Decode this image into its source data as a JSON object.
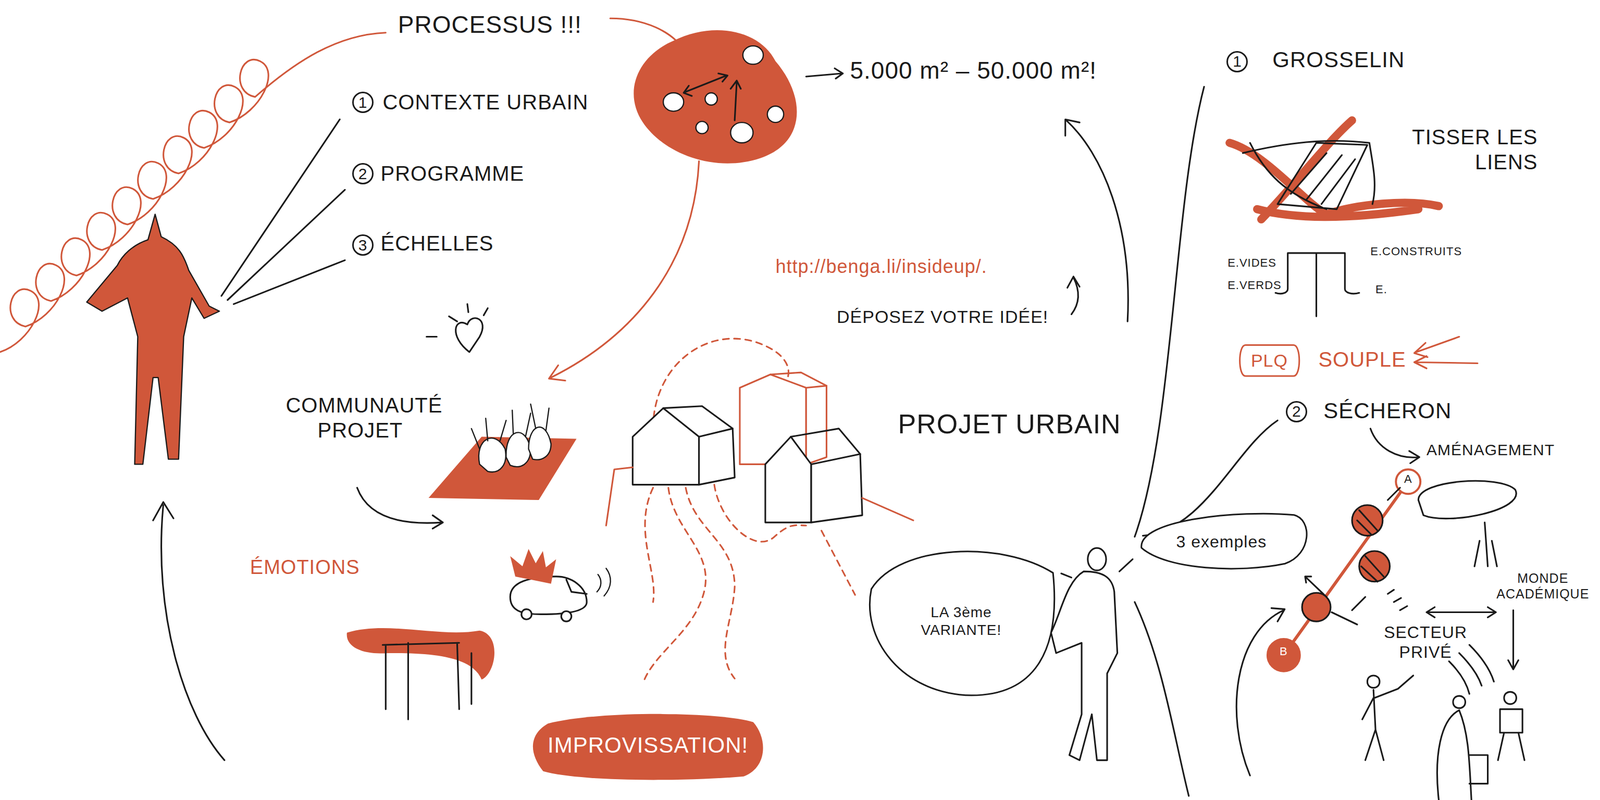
{
  "diagram": {
    "nodes": [
      {
        "text": [
          "PLQ"
        ]
      },
      {
        "text": [
          "3 exemples"
        ]
      },
      {
        "text": [
          "LA 3ème VARIANTE!"
        ]
      },
      {
        "text": [
          "IMPROVISSATION!"
        ]
      }
    ],
    "labels": [
      "PROCESSUS !!!",
      "1",
      "CONTEXTE URBAIN",
      "2",
      "PROGRAMME",
      "3",
      "ÉCHELLES",
      "5.000 m² – 50.000 m²!",
      "1",
      "GROSSELIN",
      "TISSER LES LIENS",
      "E.VIDES",
      "E.VERDS",
      "E.CONSTRUITS",
      "E.",
      "SOUPLE",
      "2",
      "SÉCHERON",
      "AMÉNAGEMENT",
      "MONDE ACADÉMIQUE",
      "SECTEUR PRIVÉ",
      "A",
      "B",
      "http://benga.li/insideup/.",
      "DÉPOSEZ VOTRE IDÉE!",
      "PROJET URBAIN",
      "COMMUNAUTÉ PROJET",
      "ÉMOTIONS"
    ]
  }
}
